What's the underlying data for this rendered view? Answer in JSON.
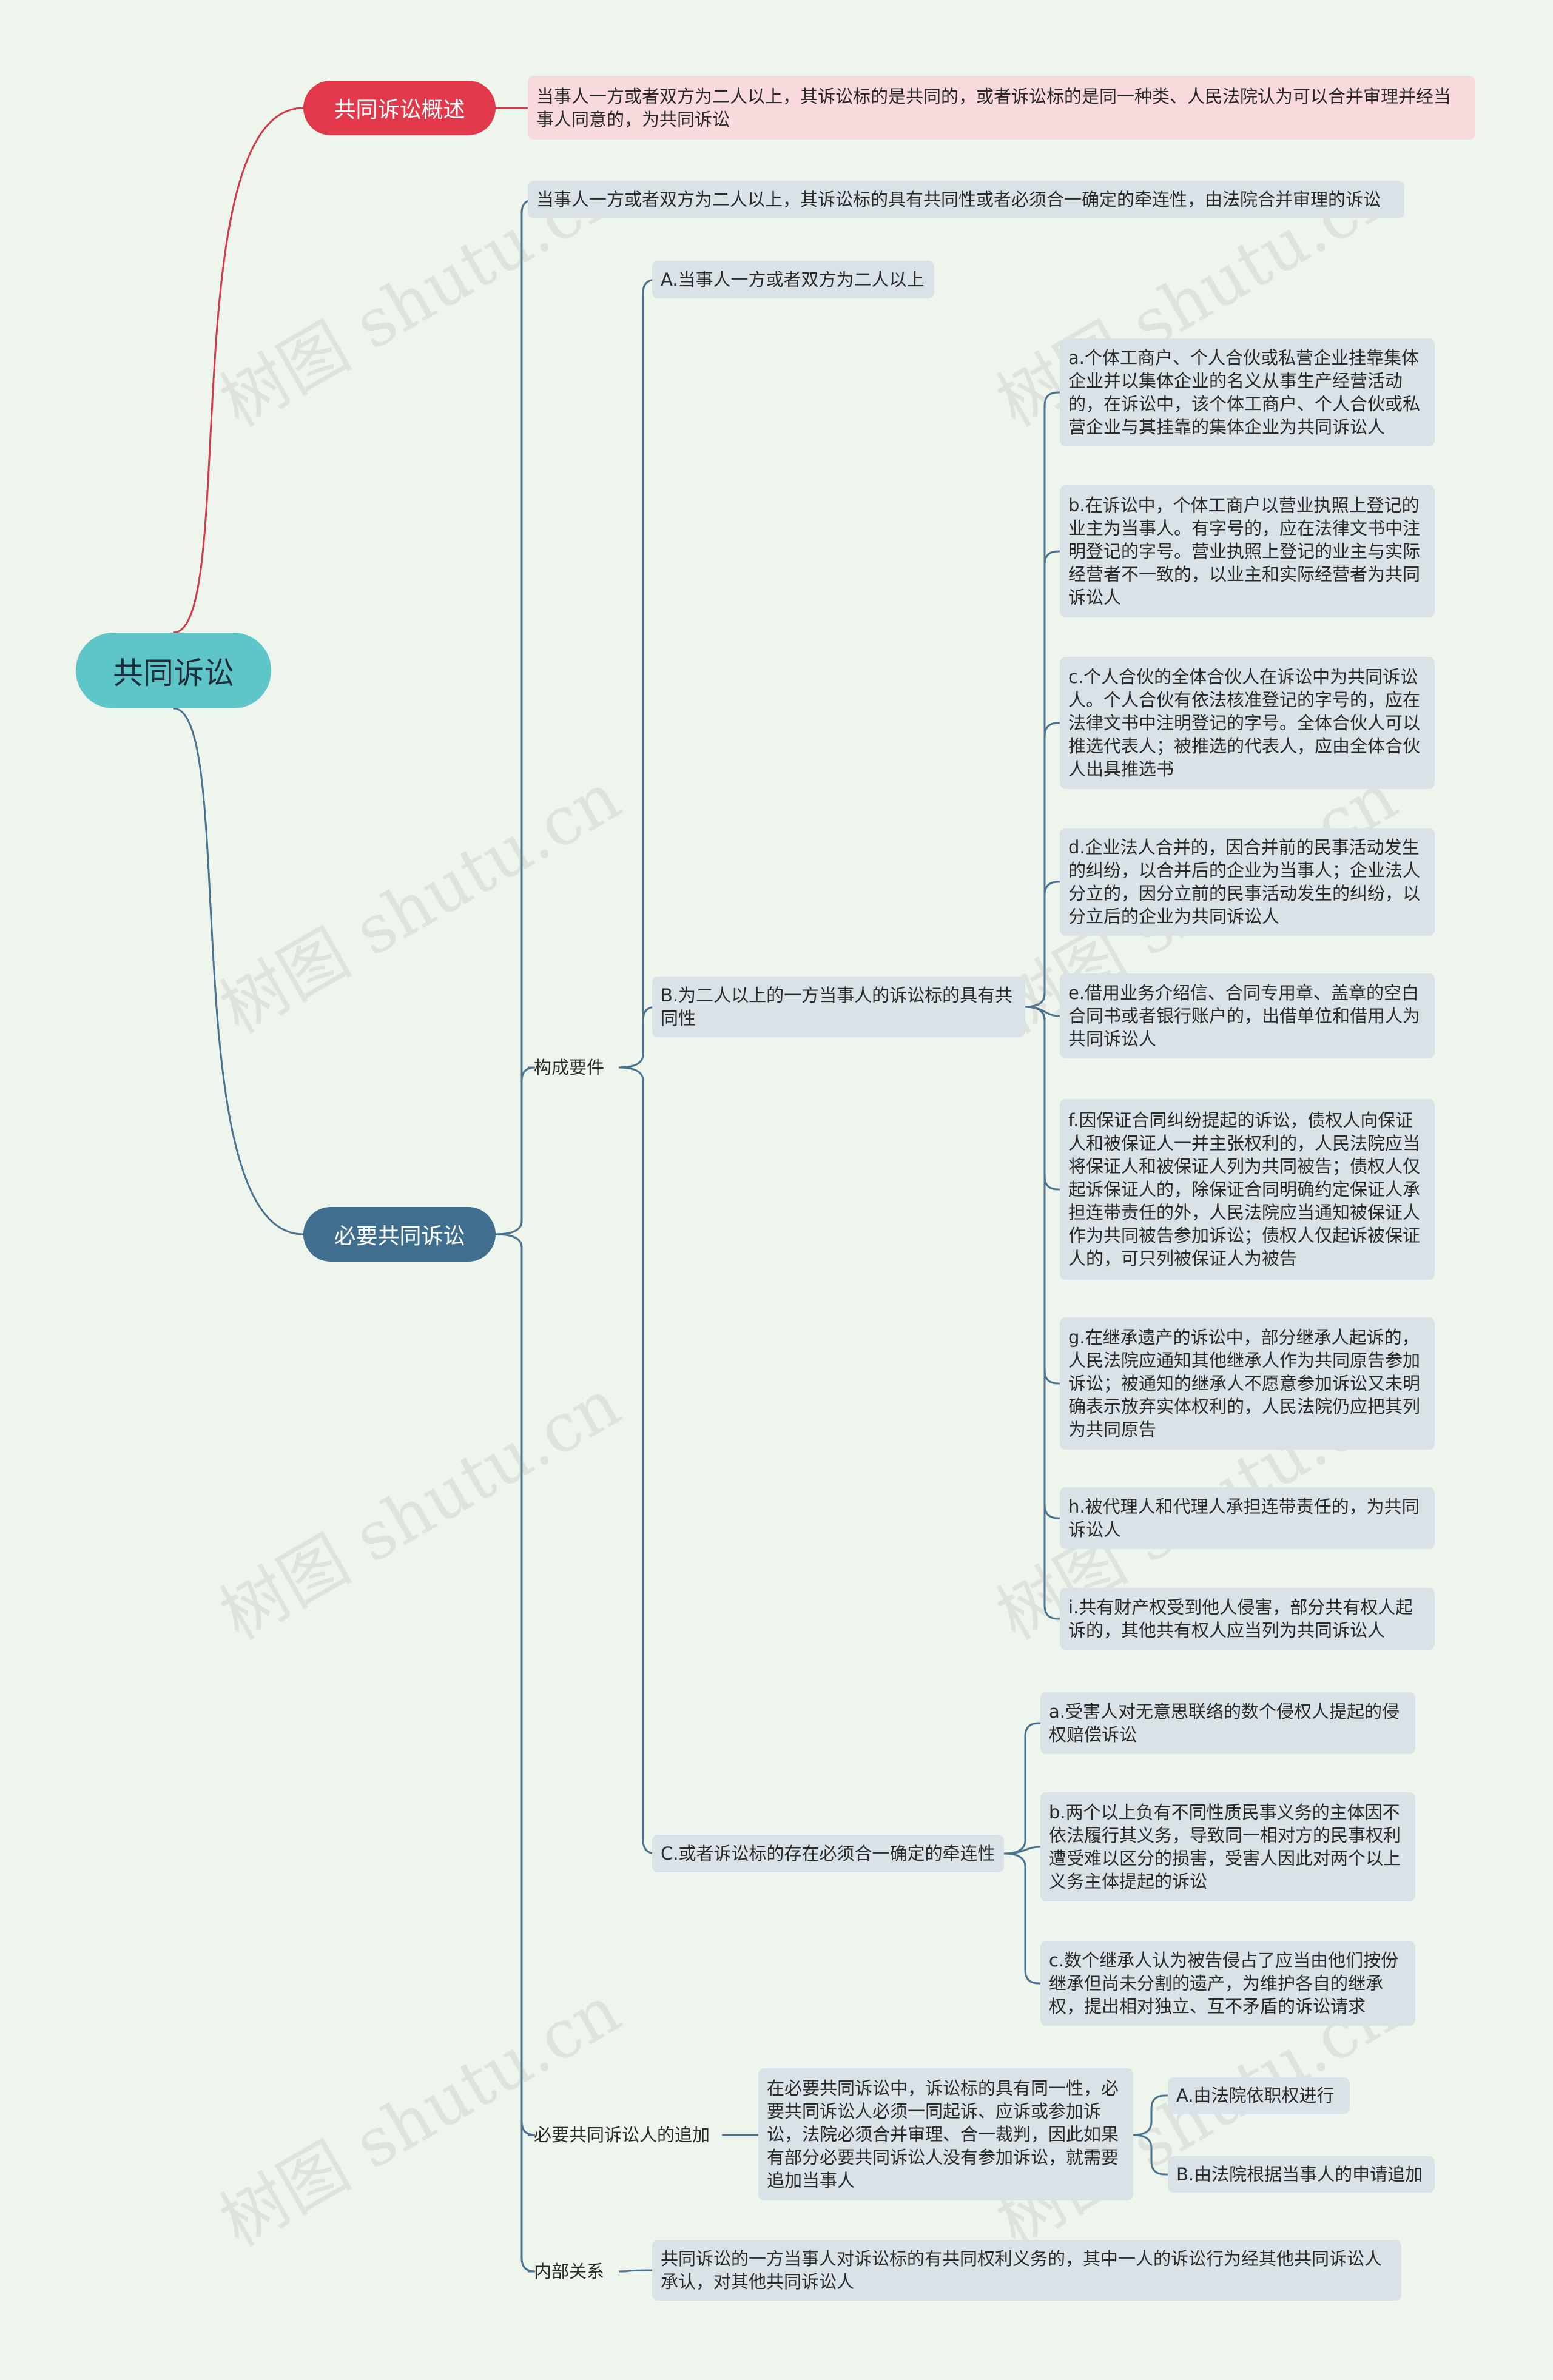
{
  "watermark": "树图 shutu.cn",
  "root": "共同诉讼",
  "overview": {
    "label": "共同诉讼概述",
    "text": "当事人一方或者双方为二人以上，其诉讼标的是共同的，或者诉讼标的是同一种类、人民法院认为可以合并审理并经当事人同意的，为共同诉讼"
  },
  "necessary": {
    "label": "必要共同诉讼",
    "definition": "当事人一方或者双方为二人以上，其诉讼标的具有共同性或者必须合一确定的牵连性，由法院合并审理的诉讼",
    "elements": {
      "label": "构成要件",
      "a": "A.当事人一方或者双方为二人以上",
      "b": {
        "label": "B.为二人以上的一方当事人的诉讼标的具有共同性",
        "items": [
          "a.个体工商户、个人合伙或私营企业挂靠集体企业并以集体企业的名义从事生产经营活动的，在诉讼中，该个体工商户、个人合伙或私营企业与其挂靠的集体企业为共同诉讼人",
          "b.在诉讼中，个体工商户以营业执照上登记的业主为当事人。有字号的，应在法律文书中注明登记的字号。营业执照上登记的业主与实际经营者不一致的，以业主和实际经营者为共同诉讼人",
          "c.个人合伙的全体合伙人在诉讼中为共同诉讼人。个人合伙有依法核准登记的字号的，应在法律文书中注明登记的字号。全体合伙人可以推选代表人；被推选的代表人，应由全体合伙人出具推选书",
          "d.企业法人合并的，因合并前的民事活动发生的纠纷，以合并后的企业为当事人；企业法人分立的，因分立前的民事活动发生的纠纷，以分立后的企业为共同诉讼人",
          "e.借用业务介绍信、合同专用章、盖章的空白合同书或者银行账户的，出借单位和借用人为共同诉讼人",
          "f.因保证合同纠纷提起的诉讼，债权人向保证人和被保证人一并主张权利的，人民法院应当将保证人和被保证人列为共同被告；债权人仅起诉保证人的，除保证合同明确约定保证人承担连带责任的外，人民法院应当通知被保证人作为共同被告参加诉讼；债权人仅起诉被保证人的，可只列被保证人为被告",
          "g.在继承遗产的诉讼中，部分继承人起诉的，人民法院应通知其他继承人作为共同原告参加诉讼；被通知的继承人不愿意参加诉讼又未明确表示放弃实体权利的，人民法院仍应把其列为共同原告",
          "h.被代理人和代理人承担连带责任的，为共同诉讼人",
          "i.共有财产权受到他人侵害，部分共有权人起诉的，其他共有权人应当列为共同诉讼人"
        ]
      },
      "c": {
        "label": "C.或者诉讼标的存在必须合一确定的牵连性",
        "items": [
          "a.受害人对无意思联络的数个侵权人提起的侵权赔偿诉讼",
          "b.两个以上负有不同性质民事义务的主体因不依法履行其义务，导致同一相对方的民事权利遭受难以区分的损害，受害人因此对两个以上义务主体提起的诉讼",
          "c.数个继承人认为被告侵占了应当由他们按份继承但尚未分割的遗产，为维护各自的继承权，提出相对独立、互不矛盾的诉讼请求"
        ]
      }
    },
    "joinder": {
      "label": "必要共同诉讼人的追加",
      "text": "在必要共同诉讼中，诉讼标的具有同一性，必要共同诉讼人必须一同起诉、应诉或参加诉讼，法院必须合并审理、合一裁判，因此如果有部分必要共同诉讼人没有参加诉讼，就需要追加当事人",
      "items": [
        "A.由法院依职权进行",
        "B.由法院根据当事人的申请追加"
      ]
    },
    "internal": {
      "label": "内部关系",
      "text": "共同诉讼的一方当事人对诉讼标的有共同权利义务的，其中一人的诉讼行为经其他共同诉讼人承认，对其他共同诉讼人"
    }
  }
}
